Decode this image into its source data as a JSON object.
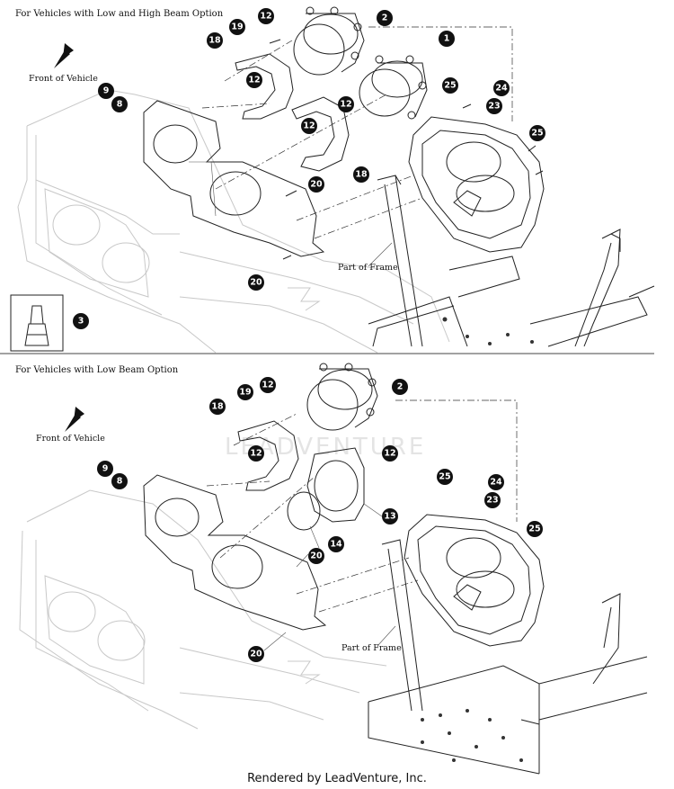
{
  "sections": [
    {
      "caption": "For Vehicles with Low and High Beam Option",
      "front_label": "Front of Vehicle",
      "frame_label": "Part of Frame",
      "callouts": [
        "1",
        "2",
        "3",
        "8",
        "9",
        "12",
        "12",
        "12",
        "12",
        "18",
        "18",
        "19",
        "20",
        "20",
        "23",
        "24",
        "25",
        "25"
      ]
    },
    {
      "caption": "For Vehicles with Low Beam Option",
      "front_label": "Front of Vehicle",
      "frame_label": "Part of Frame",
      "callouts": [
        "2",
        "8",
        "9",
        "12",
        "12",
        "12",
        "13",
        "14",
        "18",
        "19",
        "20",
        "20",
        "23",
        "24",
        "25",
        "25"
      ]
    }
  ],
  "watermark": "LEADVENTURE",
  "footer": "Rendered by LeadVenture, Inc.",
  "colors": {
    "callout_fill": "#111111",
    "line": "#222222",
    "ghost": "#c8c8c8"
  }
}
